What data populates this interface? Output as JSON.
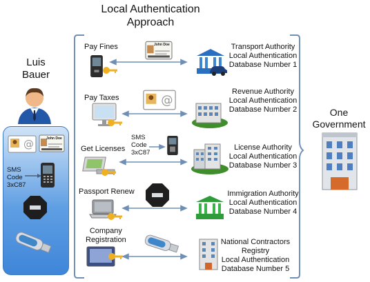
{
  "title": {
    "line1": "Local Authentication",
    "line2": "Approach"
  },
  "person": {
    "line1": "Luis",
    "line2": "Bauer"
  },
  "wallet": {
    "sms_line1": "SMS",
    "sms_line2": "Code",
    "sms_line3": "3xC87",
    "id_card_name": "John Doe"
  },
  "government": {
    "line1": "One",
    "line2": "Government"
  },
  "rows": [
    {
      "service": "Pay Fines",
      "card_name": "John Doe",
      "authority": [
        "Transport Authority",
        "Local Authentication",
        "Database Number 1"
      ]
    },
    {
      "service": "Pay Taxes",
      "authority": [
        "Revenue Authority",
        "Local Authentication",
        "Database Number 2"
      ]
    },
    {
      "service": "Get Licenses",
      "sms": [
        "SMS",
        "Code",
        "3xC87"
      ],
      "authority": [
        "License Authority",
        "Local Authentication",
        "Database Number 3"
      ]
    },
    {
      "service": "Passport Renew",
      "authority": [
        "Immigration Authority",
        "Local Authentication",
        "Database Number 4"
      ]
    },
    {
      "service_line1": "Company",
      "service_line2": "Registration",
      "authority": [
        "National Contractors",
        "Registry",
        "Local Authentication",
        "Database Number 5"
      ]
    }
  ],
  "icons": {
    "person": "person-icon",
    "id_card": "id-card-icon",
    "address_book": "address-book-icon",
    "mobile_phone": "mobile-phone-icon",
    "token": "security-token-icon",
    "usb": "usb-key-icon",
    "key": "key-icon",
    "computer": "computer-icon",
    "laptop": "laptop-icon",
    "monitor": "monitor-icon",
    "building": "building-icon",
    "court": "courthouse-icon",
    "car": "car-icon"
  },
  "colors": {
    "bracket": "#6f8fb5",
    "arrow": "#6f8fb5",
    "wallet": "#5f9ee3",
    "key": "#f0b021",
    "grass": "#3f8d2b"
  }
}
